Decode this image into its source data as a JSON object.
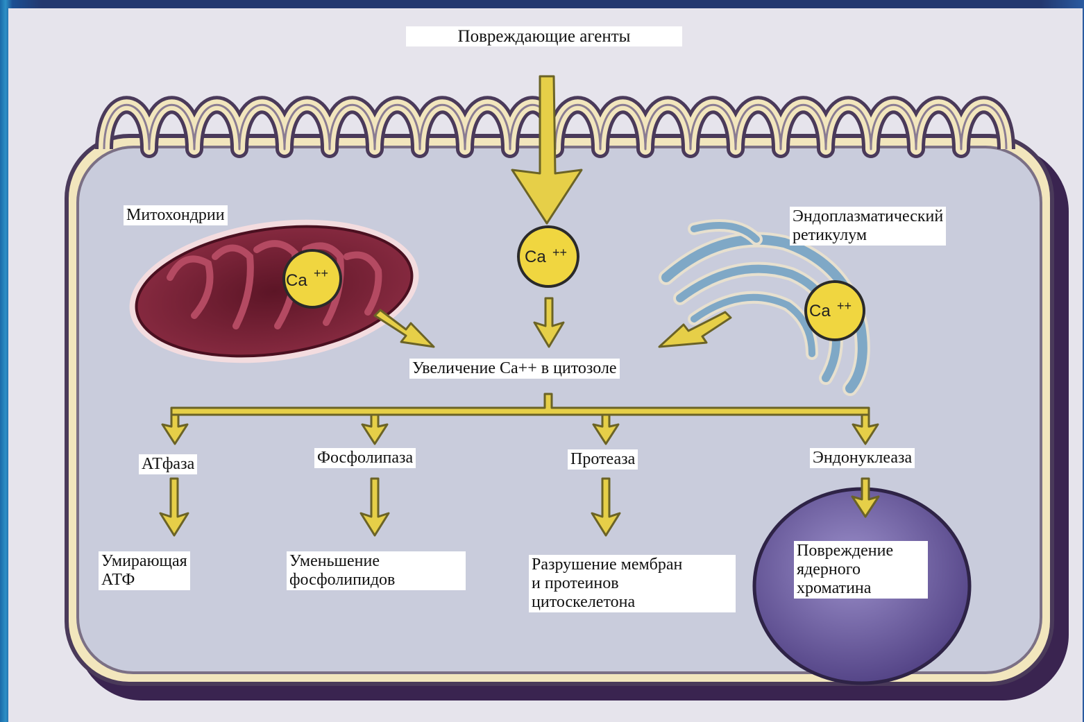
{
  "labels": {
    "damaging_agents": "Повреждающие агенты",
    "mitochondria": "Митохондрии",
    "er": "Эндоплазматический\nретикулум",
    "cytosol_increase": "Увеличение Са++ в цитозоле",
    "atpase": "АТфаза",
    "phospholipase": "Фосфолипаза",
    "protease": "Протеаза",
    "endonuclease": "Эндонуклеаза",
    "atp_dying": "Умирающая\nАТФ",
    "phospholipid_decrease": "Уменьшение\nфосфолипидов",
    "membrane_destruction": "Разрушение мембран\nи протеинов\nцитоскелетона",
    "chromatin_damage": "Повреждение\nядерного\nхроматина",
    "ca_ion": "Ca",
    "ca_charge": "++"
  },
  "colors": {
    "arrow_fill": "#e6cf48",
    "arrow_stroke": "#6b6326",
    "membrane_outer": "#3d2a55",
    "membrane_cream": "#f1e3b2",
    "cell_interior": "#c9ccdc",
    "mitochondria": "#7e2436",
    "er": "#8fb8d3",
    "nucleus": "#6c5e9e",
    "ca_fill": "#f0d640"
  }
}
